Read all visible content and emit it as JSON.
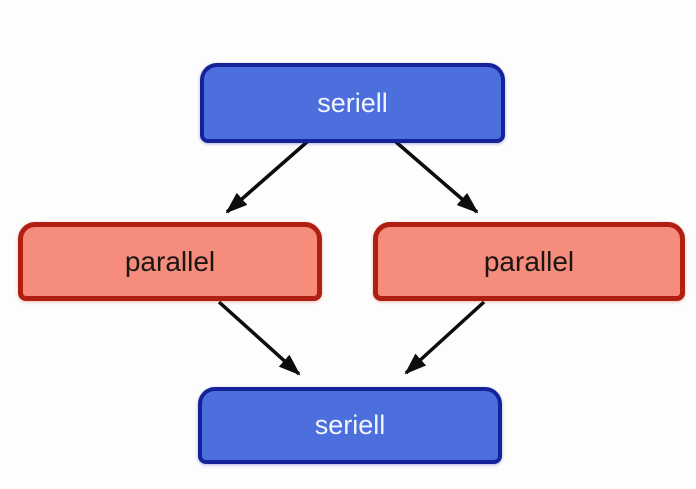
{
  "diagram": {
    "nodes": [
      {
        "id": "seriell-top",
        "label": "seriell",
        "type": "serial"
      },
      {
        "id": "parallel-left",
        "label": "parallel",
        "type": "parallel"
      },
      {
        "id": "parallel-right",
        "label": "parallel",
        "type": "parallel"
      },
      {
        "id": "seriell-bottom",
        "label": "seriell",
        "type": "serial"
      }
    ],
    "edges": [
      {
        "from": "seriell-top",
        "to": "parallel-left"
      },
      {
        "from": "seriell-top",
        "to": "parallel-right"
      },
      {
        "from": "parallel-left",
        "to": "seriell-bottom"
      },
      {
        "from": "parallel-right",
        "to": "seriell-bottom"
      }
    ],
    "colors": {
      "background": "#fdfdfd",
      "serial_fill": "#4d6edd",
      "serial_border": "#15239b",
      "serial_text": "#f3f6fd",
      "parallel_fill": "#f58c7c",
      "parallel_border": "#b02012",
      "parallel_text": "#1c1613",
      "arrow": "#0d0d0d"
    }
  }
}
